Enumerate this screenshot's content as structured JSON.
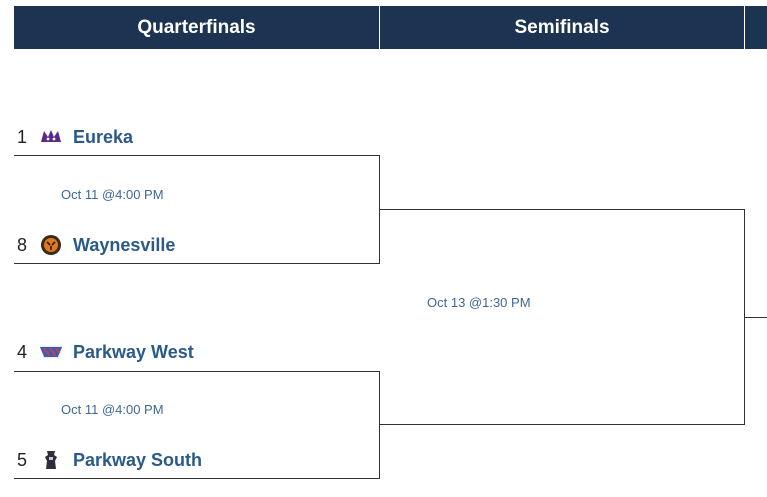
{
  "headers": {
    "quarterfinals": "Quarterfinals",
    "semifinals": "Semifinals"
  },
  "quarterfinals": [
    {
      "time": "Oct 11 @4:00 PM",
      "top": {
        "seed": "1",
        "name": "Eureka",
        "icon": "wildcat-logo-icon"
      },
      "bottom": {
        "seed": "8",
        "name": "Waynesville",
        "icon": "tiger-logo-icon"
      }
    },
    {
      "time": "Oct 11 @4:00 PM",
      "top": {
        "seed": "4",
        "name": "Parkway West",
        "icon": "longhorns-logo-icon"
      },
      "bottom": {
        "seed": "5",
        "name": "Parkway South",
        "icon": "patriot-logo-icon"
      }
    }
  ],
  "semifinals": [
    {
      "time": "Oct 13 @1:30 PM"
    }
  ],
  "colors": {
    "header_bg": "#1d3352",
    "team_link": "#2b5a8a",
    "time_text": "#3f6894",
    "eureka_purple": "#5b2a86",
    "west_blue": "#3b5bb5",
    "west_red": "#d93a3a"
  }
}
